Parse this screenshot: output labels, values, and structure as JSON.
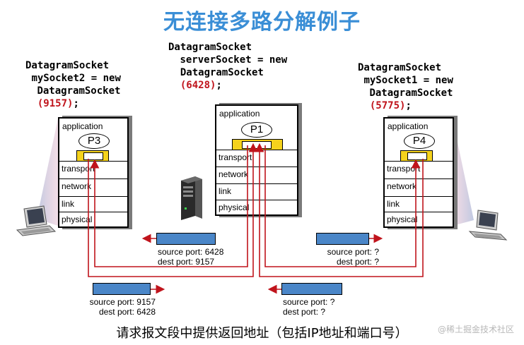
{
  "title": "无连接多路分解例子",
  "code_left": {
    "line1": "DatagramSocket",
    "line2": "mySocket2 = new",
    "line3": "DatagramSocket",
    "port": "(9157)",
    "end": ";"
  },
  "code_mid": {
    "line1": "DatagramSocket",
    "line2": "serverSocket = new",
    "line3": "DatagramSocket",
    "port": "(6428)",
    "end": ";"
  },
  "code_right": {
    "line1": "DatagramSocket",
    "line2": "mySocket1 = new",
    "line3": "DatagramSocket",
    "port": "(5775)",
    "end": ";"
  },
  "stacks": {
    "left": {
      "app": "application",
      "process": "P3",
      "transport": "transport",
      "network": "network",
      "link": "link",
      "physical": "physical"
    },
    "mid": {
      "app": "application",
      "process": "P1",
      "transport": "transport",
      "network": "network",
      "link": "link",
      "physical": "physical"
    },
    "right": {
      "app": "application",
      "process": "P4",
      "transport": "transport",
      "network": "network",
      "link": "link",
      "physical": "physical"
    }
  },
  "segments": {
    "top_left": {
      "src": "source port: 6428",
      "dst": "dest port: 9157"
    },
    "top_right": {
      "src": "source port: ?",
      "dst": "dest port: ?"
    },
    "bottom_left": {
      "src": "source port: 9157",
      "dst": "dest port: 6428"
    },
    "bottom_right": {
      "src": "source port: ?",
      "dst": "dest port: ?"
    }
  },
  "caption": "请求报文段中提供返回地址（包括IP地址和端口号）",
  "watermark": "@稀土掘金技术社区",
  "colors": {
    "title": "#3a8ed6",
    "port": "#c0141c",
    "arrow": "#c0141c",
    "segment": "#4a86c8",
    "socket": "#f5d21c"
  }
}
